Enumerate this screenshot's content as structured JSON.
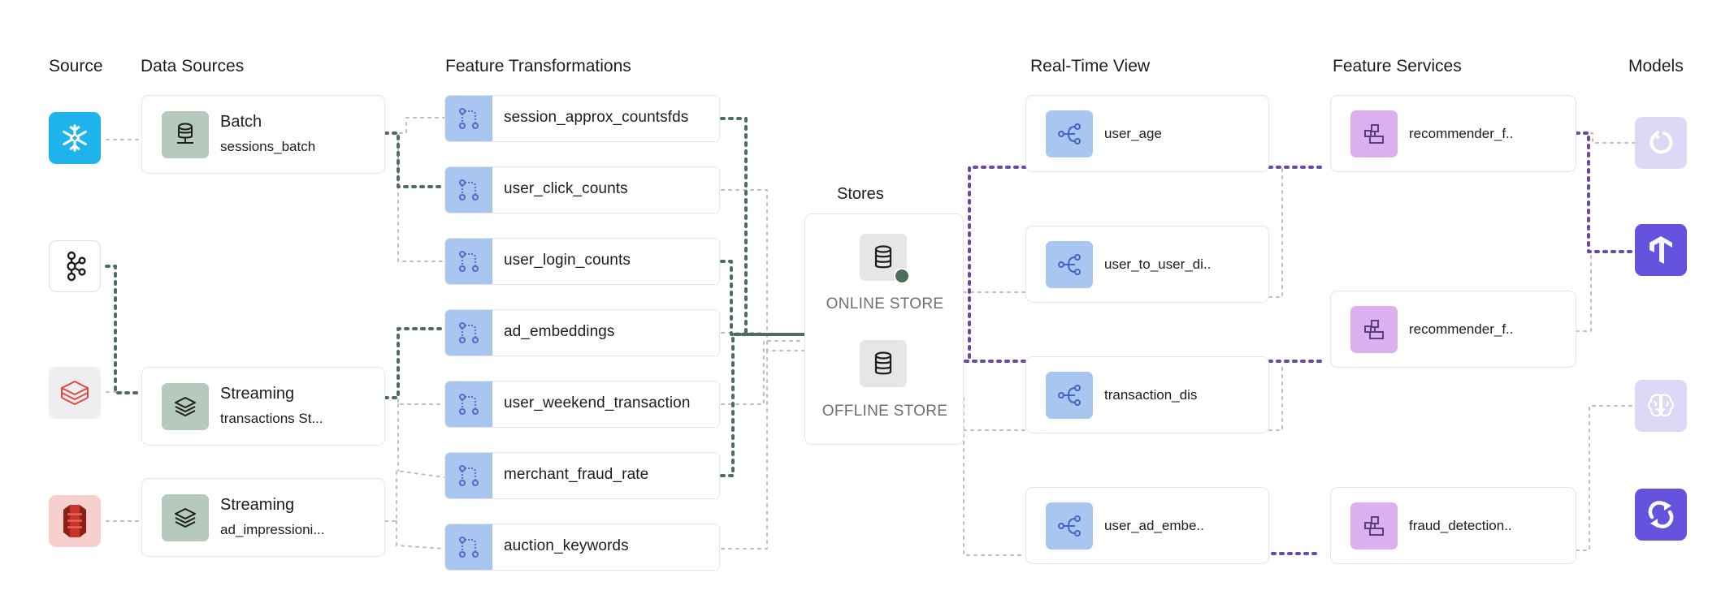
{
  "headers": {
    "source": "Source",
    "data_sources": "Data Sources",
    "feature_transformations": "Feature Transformations",
    "stores": "Stores",
    "realtime_view": "Real-Time View",
    "feature_services": "Feature Services",
    "models": "Models"
  },
  "sources": [
    {
      "icon": "snowflake-icon",
      "color": "#1eb3ea"
    },
    {
      "icon": "kafka-icon",
      "color": "#ffffff"
    },
    {
      "icon": "layers-stack-icon",
      "color": "#eeeef0"
    },
    {
      "icon": "s3-bucket-icon",
      "color": "#f7cfcd"
    }
  ],
  "data_sources": [
    {
      "title": "Batch",
      "subtitle": "sessions_batch",
      "icon": "database-icon"
    },
    {
      "title": "Streaming",
      "subtitle": "transactions St...",
      "icon": "layers-icon"
    },
    {
      "title": "Streaming",
      "subtitle": "ad_impressioni...",
      "icon": "layers-icon"
    }
  ],
  "transformations": [
    {
      "label": "session_approx_countsfds"
    },
    {
      "label": "user_click_counts"
    },
    {
      "label": "user_login_counts"
    },
    {
      "label": "ad_embeddings"
    },
    {
      "label": "user_weekend_transaction"
    },
    {
      "label": "merchant_fraud_rate"
    },
    {
      "label": "auction_keywords"
    }
  ],
  "stores": {
    "online": "ONLINE STORE",
    "offline": "OFFLINE STORE"
  },
  "realtime_views": [
    {
      "label": "user_age"
    },
    {
      "label": "user_to_user_di.."
    },
    {
      "label": "transaction_dis"
    },
    {
      "label": "user_ad_embe.."
    }
  ],
  "feature_services": [
    {
      "label": "recommender_f.."
    },
    {
      "label": "recommender_f.."
    },
    {
      "label": "fraud_detection.."
    }
  ],
  "models": [
    {
      "icon": "refresh-ring-icon",
      "color": "#dcd9f7"
    },
    {
      "icon": "tensorflow-icon",
      "color": "#6553dd"
    },
    {
      "icon": "brain-icon",
      "color": "#dcd9f7"
    },
    {
      "icon": "sync-arrows-icon",
      "color": "#6553dd"
    }
  ],
  "colors": {
    "green_active": "#4d6e5c",
    "purple_active": "#6a48a8",
    "inactive": "#bdbdbd",
    "transform_icon_bg": "#a9c6f1",
    "service_icon_bg": "#dcb0ef",
    "datasource_icon_bg": "#b6c9bd"
  }
}
